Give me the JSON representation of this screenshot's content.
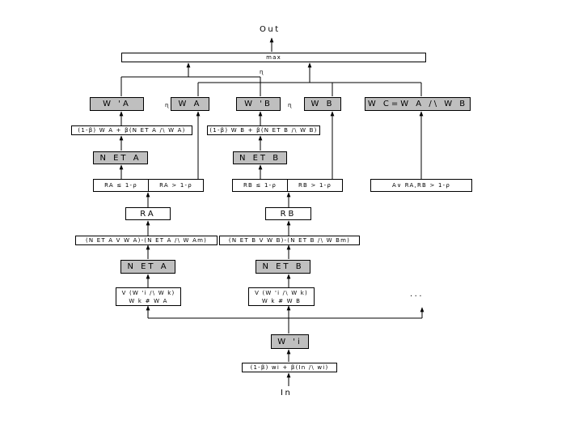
{
  "nodes": {
    "output_label": "Out",
    "max_label": "max",
    "eta_top": "ɳ",
    "eta_a": "ɳ",
    "eta_b": "ɳ",
    "w_prime_a": "W 'A",
    "w_a": "W A",
    "w_prime_b": "W 'B",
    "w_b": "W B",
    "w_c": "W C=W A /\\ W B",
    "update_a": "(1-β) W A + β(N ET A /\\ W A)",
    "update_b": "(1-β) W B + β(N ET B /\\ W B)",
    "net_a_top": "N ET A",
    "net_b_top": "N ET B",
    "cond_a_le": "RA ≤ 1-ρ",
    "cond_a_gt": "RA > 1-ρ",
    "cond_b_le": "RB ≤ 1-ρ",
    "cond_b_gt": "RB > 1-ρ",
    "cond_c": "A∨ RA,RB > 1-ρ",
    "ra": "RA",
    "rb": "RB",
    "ra_formula": "(N ET A V W A)-(N ET A /\\ W Am)",
    "rb_formula": "(N ET B V W B)-(N ET B /\\ W Bm)",
    "net_a_bottom": "N ET A",
    "net_b_bottom": "N ET B",
    "join_a_line1": "V (W 'i /\\ W k)",
    "join_a_line2": "W k # W A",
    "join_b_line1": "V (W 'i /\\ W k)",
    "join_b_line2": "W k # W B",
    "ellipsis": "...",
    "w_prime_i": "W 'i",
    "input_update": "(1-β) wi + β(In /\\ wi)",
    "input_label": "In"
  }
}
